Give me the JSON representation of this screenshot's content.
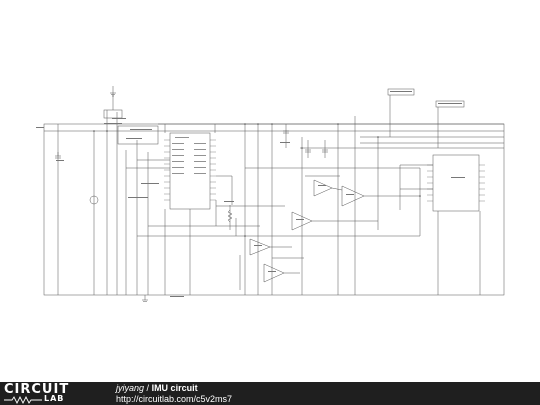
{
  "footer": {
    "logo_top": "CIRCUIT",
    "logo_bottom": "LAB",
    "user": "jyiyang",
    "separator": "/",
    "title": "IMU circuit",
    "url": "http://circuitlab.com/c5v2ms7"
  },
  "colors": {
    "wire": "#555555",
    "footer_bg": "#1f1f1f",
    "footer_text": "#ffffff"
  }
}
